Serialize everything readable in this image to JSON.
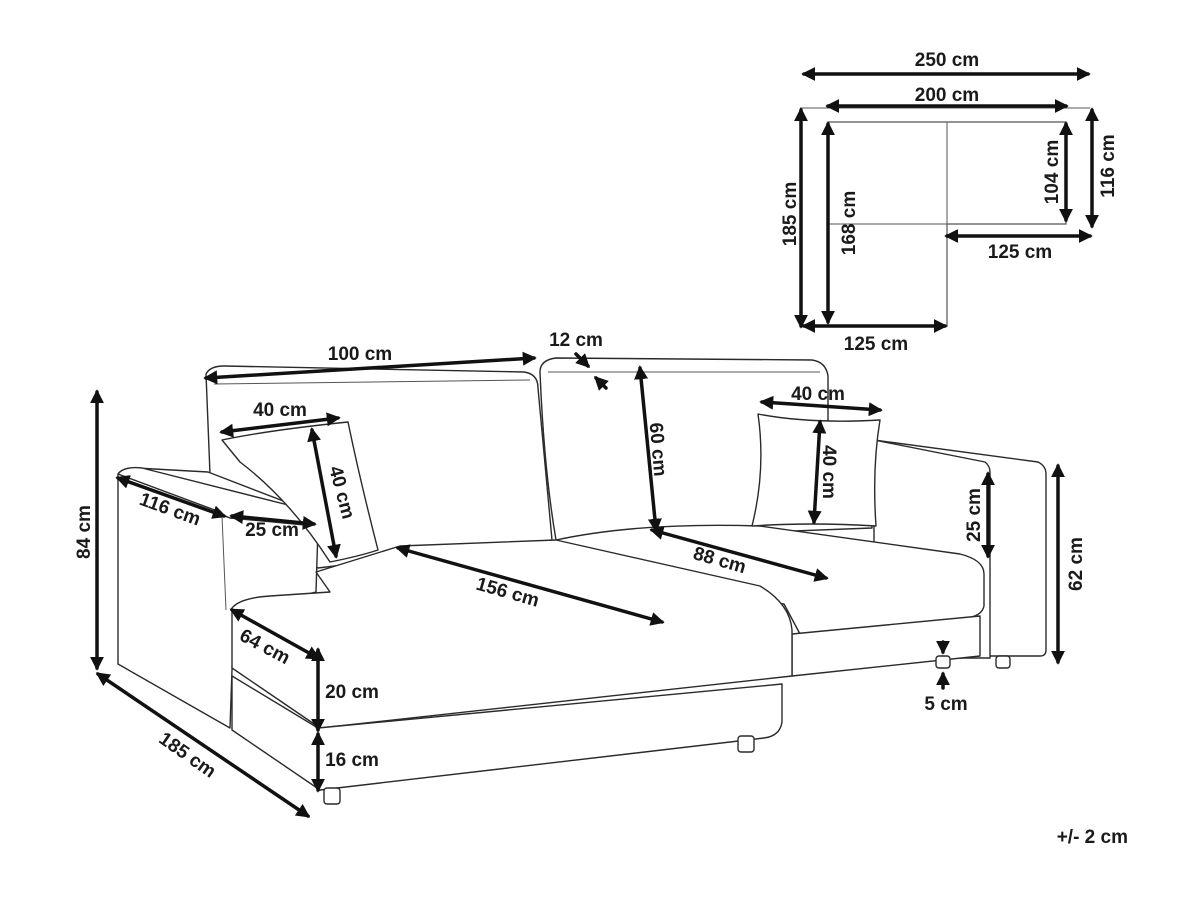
{
  "colors": {
    "outline": "#2a2a2a",
    "dimension": "#111111",
    "background": "#ffffff"
  },
  "plan": {
    "width_total": "250 cm",
    "width_inner": "200 cm",
    "depth_chaise": "185 cm",
    "depth_chaise_inner": "168 cm",
    "depth_sofa_inner": "104 cm",
    "depth_sofa": "116 cm",
    "width_sofa_part": "125 cm",
    "width_chaise_part": "125 cm"
  },
  "sofa": {
    "backrest_width": "100 cm",
    "backrest_thickness": "12 cm",
    "backrest_height": "60 cm",
    "cushion_width_left": "40 cm",
    "cushion_height_left": "40 cm",
    "cushion_width_right": "40 cm",
    "cushion_height_right": "40 cm",
    "armrest_length": "116 cm",
    "armrest_width": "25 cm",
    "armrest_height_right": "25 cm",
    "total_height": "84 cm",
    "seat_height": "62 cm",
    "chaise_length": "156 cm",
    "seat_depth": "88 cm",
    "chaise_width": "64 cm",
    "seat_cushion_height": "20 cm",
    "base_height": "16 cm",
    "total_depth": "185 cm",
    "leg_height": "5 cm"
  },
  "tolerance": "+/- 2 cm"
}
